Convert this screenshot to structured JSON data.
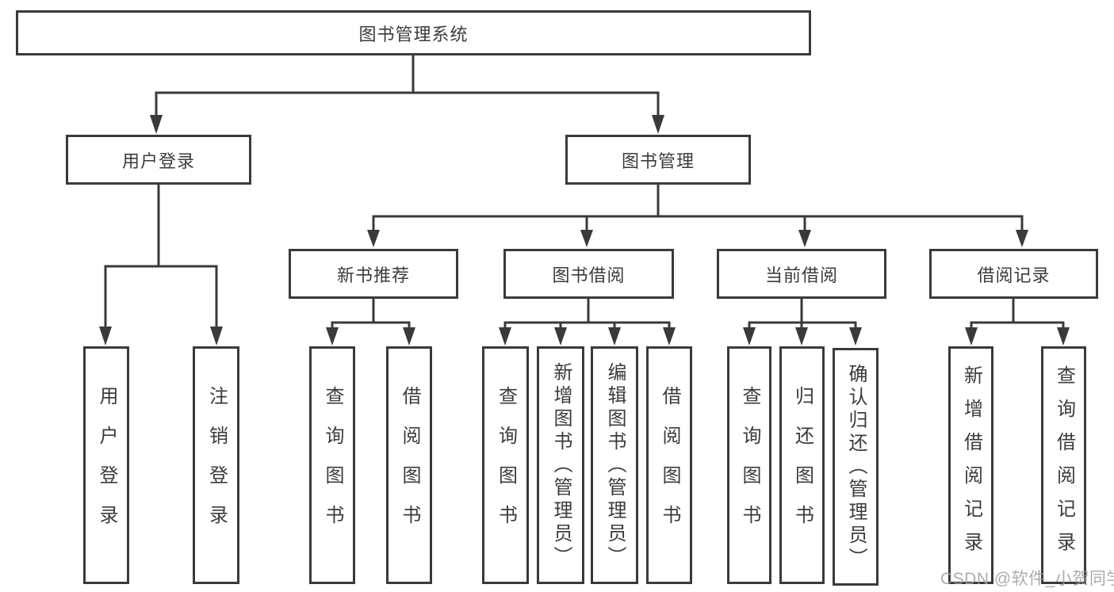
{
  "colors": {
    "line": "#3a3a3a",
    "text": "#3b3b3b",
    "background": "#ffffff",
    "watermark_text_color": "#9e9e9e"
  },
  "root": {
    "label": "图书管理系统"
  },
  "login": {
    "label": "用户登录",
    "children": [
      "用户登录",
      "注销登录"
    ]
  },
  "mgmt": {
    "label": "图书管理",
    "sections": [
      {
        "label": "新书推荐",
        "children": [
          "查询图书",
          "借阅图书"
        ]
      },
      {
        "label": "图书借阅",
        "children": [
          "查询图书",
          "新增图书（管理员）",
          "编辑图书（管理员）",
          "借阅图书"
        ]
      },
      {
        "label": "当前借阅",
        "children": [
          "查询图书",
          "归还图书",
          "确认归还（管理员）"
        ]
      },
      {
        "label": "借阅记录",
        "children": [
          "新增借阅记录",
          "查询借阅记录"
        ]
      }
    ]
  },
  "watermark": {
    "text": "CSDN @软件_小贺同学"
  }
}
